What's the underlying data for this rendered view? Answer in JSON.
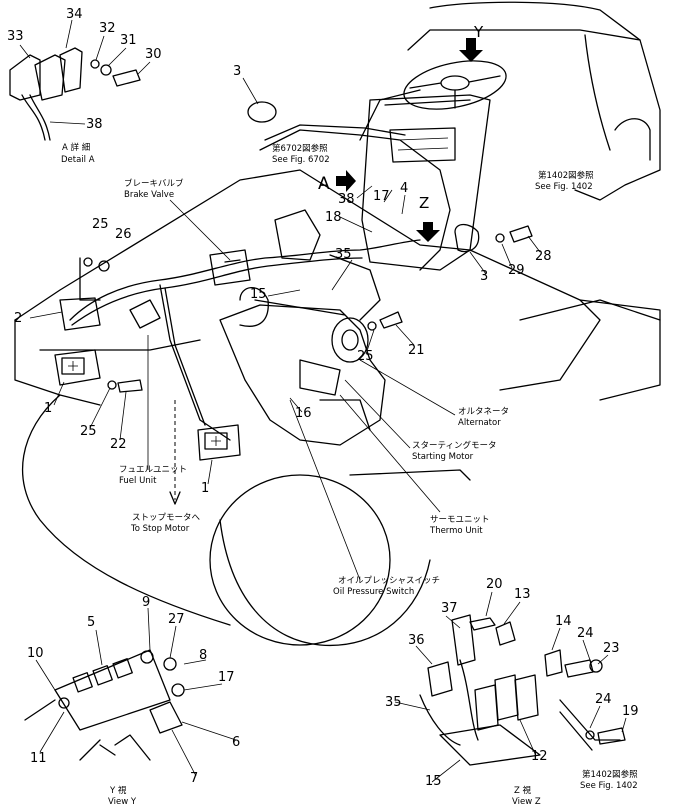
{
  "callouts": {
    "n1": "1",
    "n2": "2",
    "n3": "3",
    "n4": "4",
    "n5": "5",
    "n6": "6",
    "n7": "7",
    "n8": "8",
    "n9": "9",
    "n10": "10",
    "n11": "11",
    "n12": "12",
    "n13": "13",
    "n14": "14",
    "n15": "15",
    "n16": "16",
    "n17": "17",
    "n18": "18",
    "n19": "19",
    "n20": "20",
    "n21": "21",
    "n22": "22",
    "n23": "23",
    "n24": "24",
    "n25": "25",
    "n26": "26",
    "n27": "27",
    "n28": "28",
    "n29": "29",
    "n30": "30",
    "n31": "31",
    "n32": "32",
    "n33": "33",
    "n34": "34",
    "n35": "35",
    "n36": "36",
    "n37": "37",
    "n38": "38"
  },
  "view_markers": {
    "a": "A",
    "y": "Y",
    "z": "Z"
  },
  "labels": {
    "detail_a_jp": "A 詳 細",
    "detail_a_en": "Detail A",
    "see_6702_jp": "第6702図参照",
    "see_6702_en": "See Fig. 6702",
    "see_1402_jp": "第1402図参照",
    "see_1402_en": "See Fig. 1402",
    "brake_valve_jp": "ブレーキバルブ",
    "brake_valve_en": "Brake Valve",
    "alternator_jp": "オルタネータ",
    "alternator_en": "Alternator",
    "starting_motor_jp": "スターティングモータ",
    "starting_motor_en": "Starting Motor",
    "thermo_unit_jp": "サーモユニット",
    "thermo_unit_en": "Thermo Unit",
    "fuel_unit_jp": "フュエルユニット",
    "fuel_unit_en": "Fuel Unit",
    "stop_motor_jp": "ストップモータへ",
    "stop_motor_en": "To Stop Motor",
    "oil_pressure_jp": "オイルプレッシャスイッチ",
    "oil_pressure_en": "Oil Pressure Switch",
    "view_y_jp": "Y 視",
    "view_y_en": "View Y",
    "view_z_jp": "Z 視",
    "view_z_en": "View Z",
    "see_1402b_jp": "第1402図参照",
    "see_1402b_en": "See Fig. 1402"
  }
}
